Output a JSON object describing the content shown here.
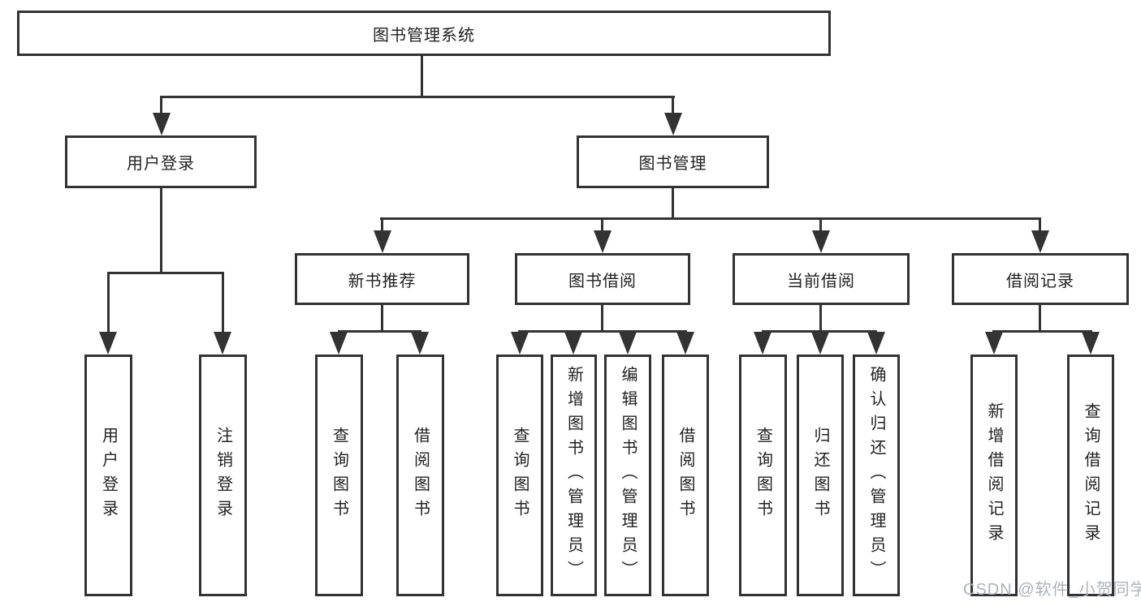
{
  "watermark": "CSDN @软件_小贺同学",
  "root": {
    "label": "图书管理系统"
  },
  "branches": [
    {
      "label": "用户登录",
      "children": [
        {
          "label": "用户登录"
        },
        {
          "label": "注销登录"
        }
      ]
    },
    {
      "label": "图书管理",
      "children": [
        {
          "label": "新书推荐",
          "children": [
            {
              "label": "查询图书"
            },
            {
              "label": "借阅图书"
            }
          ]
        },
        {
          "label": "图书借阅",
          "children": [
            {
              "label": "查询图书"
            },
            {
              "label": "新增图书（管理员）"
            },
            {
              "label": "编辑图书（管理员）"
            },
            {
              "label": "借阅图书"
            }
          ]
        },
        {
          "label": "当前借阅",
          "children": [
            {
              "label": "查询图书"
            },
            {
              "label": "归还图书"
            },
            {
              "label": "确认归还（管理员）"
            }
          ]
        },
        {
          "label": "借阅记录",
          "children": [
            {
              "label": "新增借阅记录"
            },
            {
              "label": "查询借阅记录"
            }
          ]
        }
      ]
    }
  ]
}
